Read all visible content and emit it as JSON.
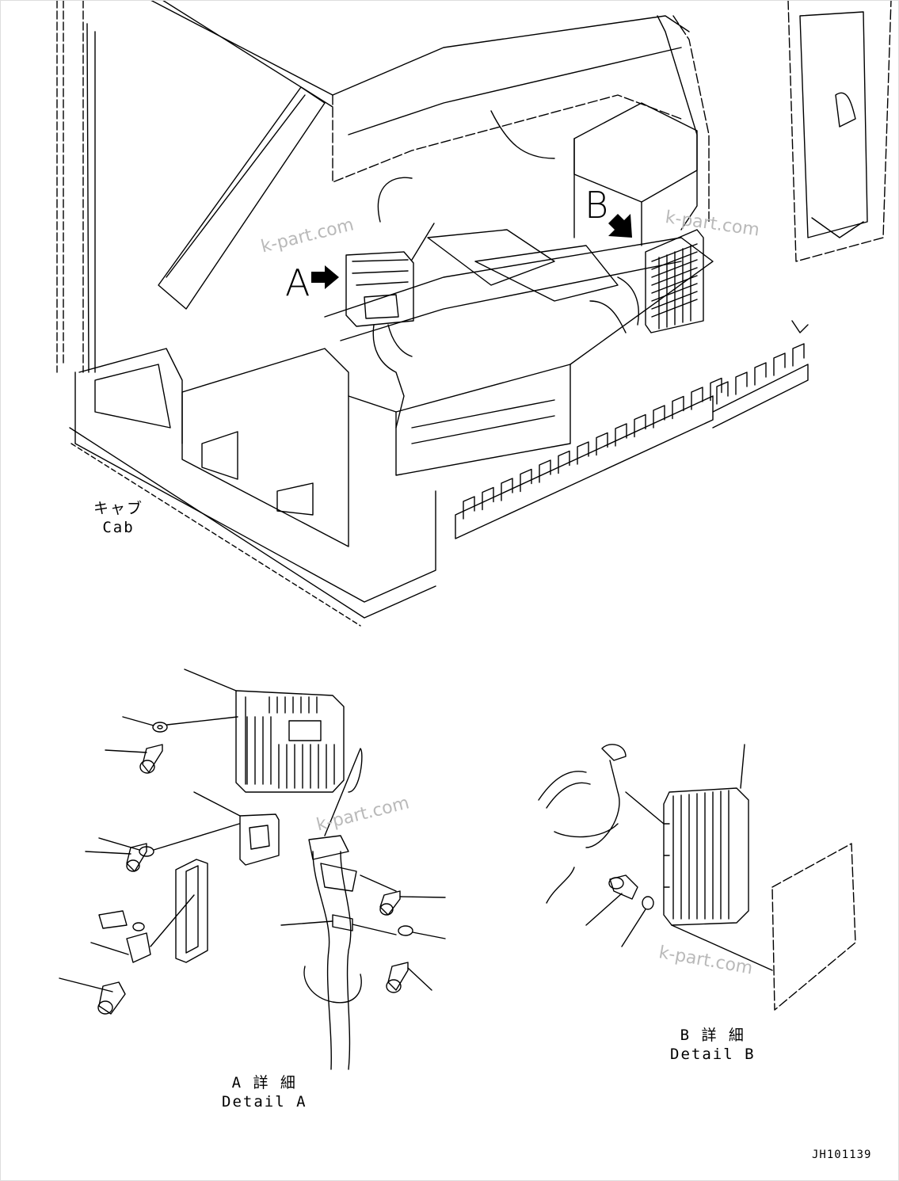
{
  "labels": {
    "view_a": "A",
    "view_b": "B",
    "cab_jp": "キャブ",
    "cab_en": "Cab",
    "detail_a_jp": "A 詳 細",
    "detail_a_en": "Detail A",
    "detail_b_jp": "B 詳 細",
    "detail_b_en": "Detail B",
    "drawing_code": "JH101139"
  },
  "watermarks": [
    "k-part.com",
    "k-part.com",
    "k-part.com",
    "k-part.com"
  ],
  "colors": {
    "line": "#000000",
    "watermark": "#b9b9b9",
    "background": "#ffffff"
  },
  "icons": {
    "pointer_a": "arrow-right-icon",
    "pointer_b": "arrow-down-right-icon"
  }
}
